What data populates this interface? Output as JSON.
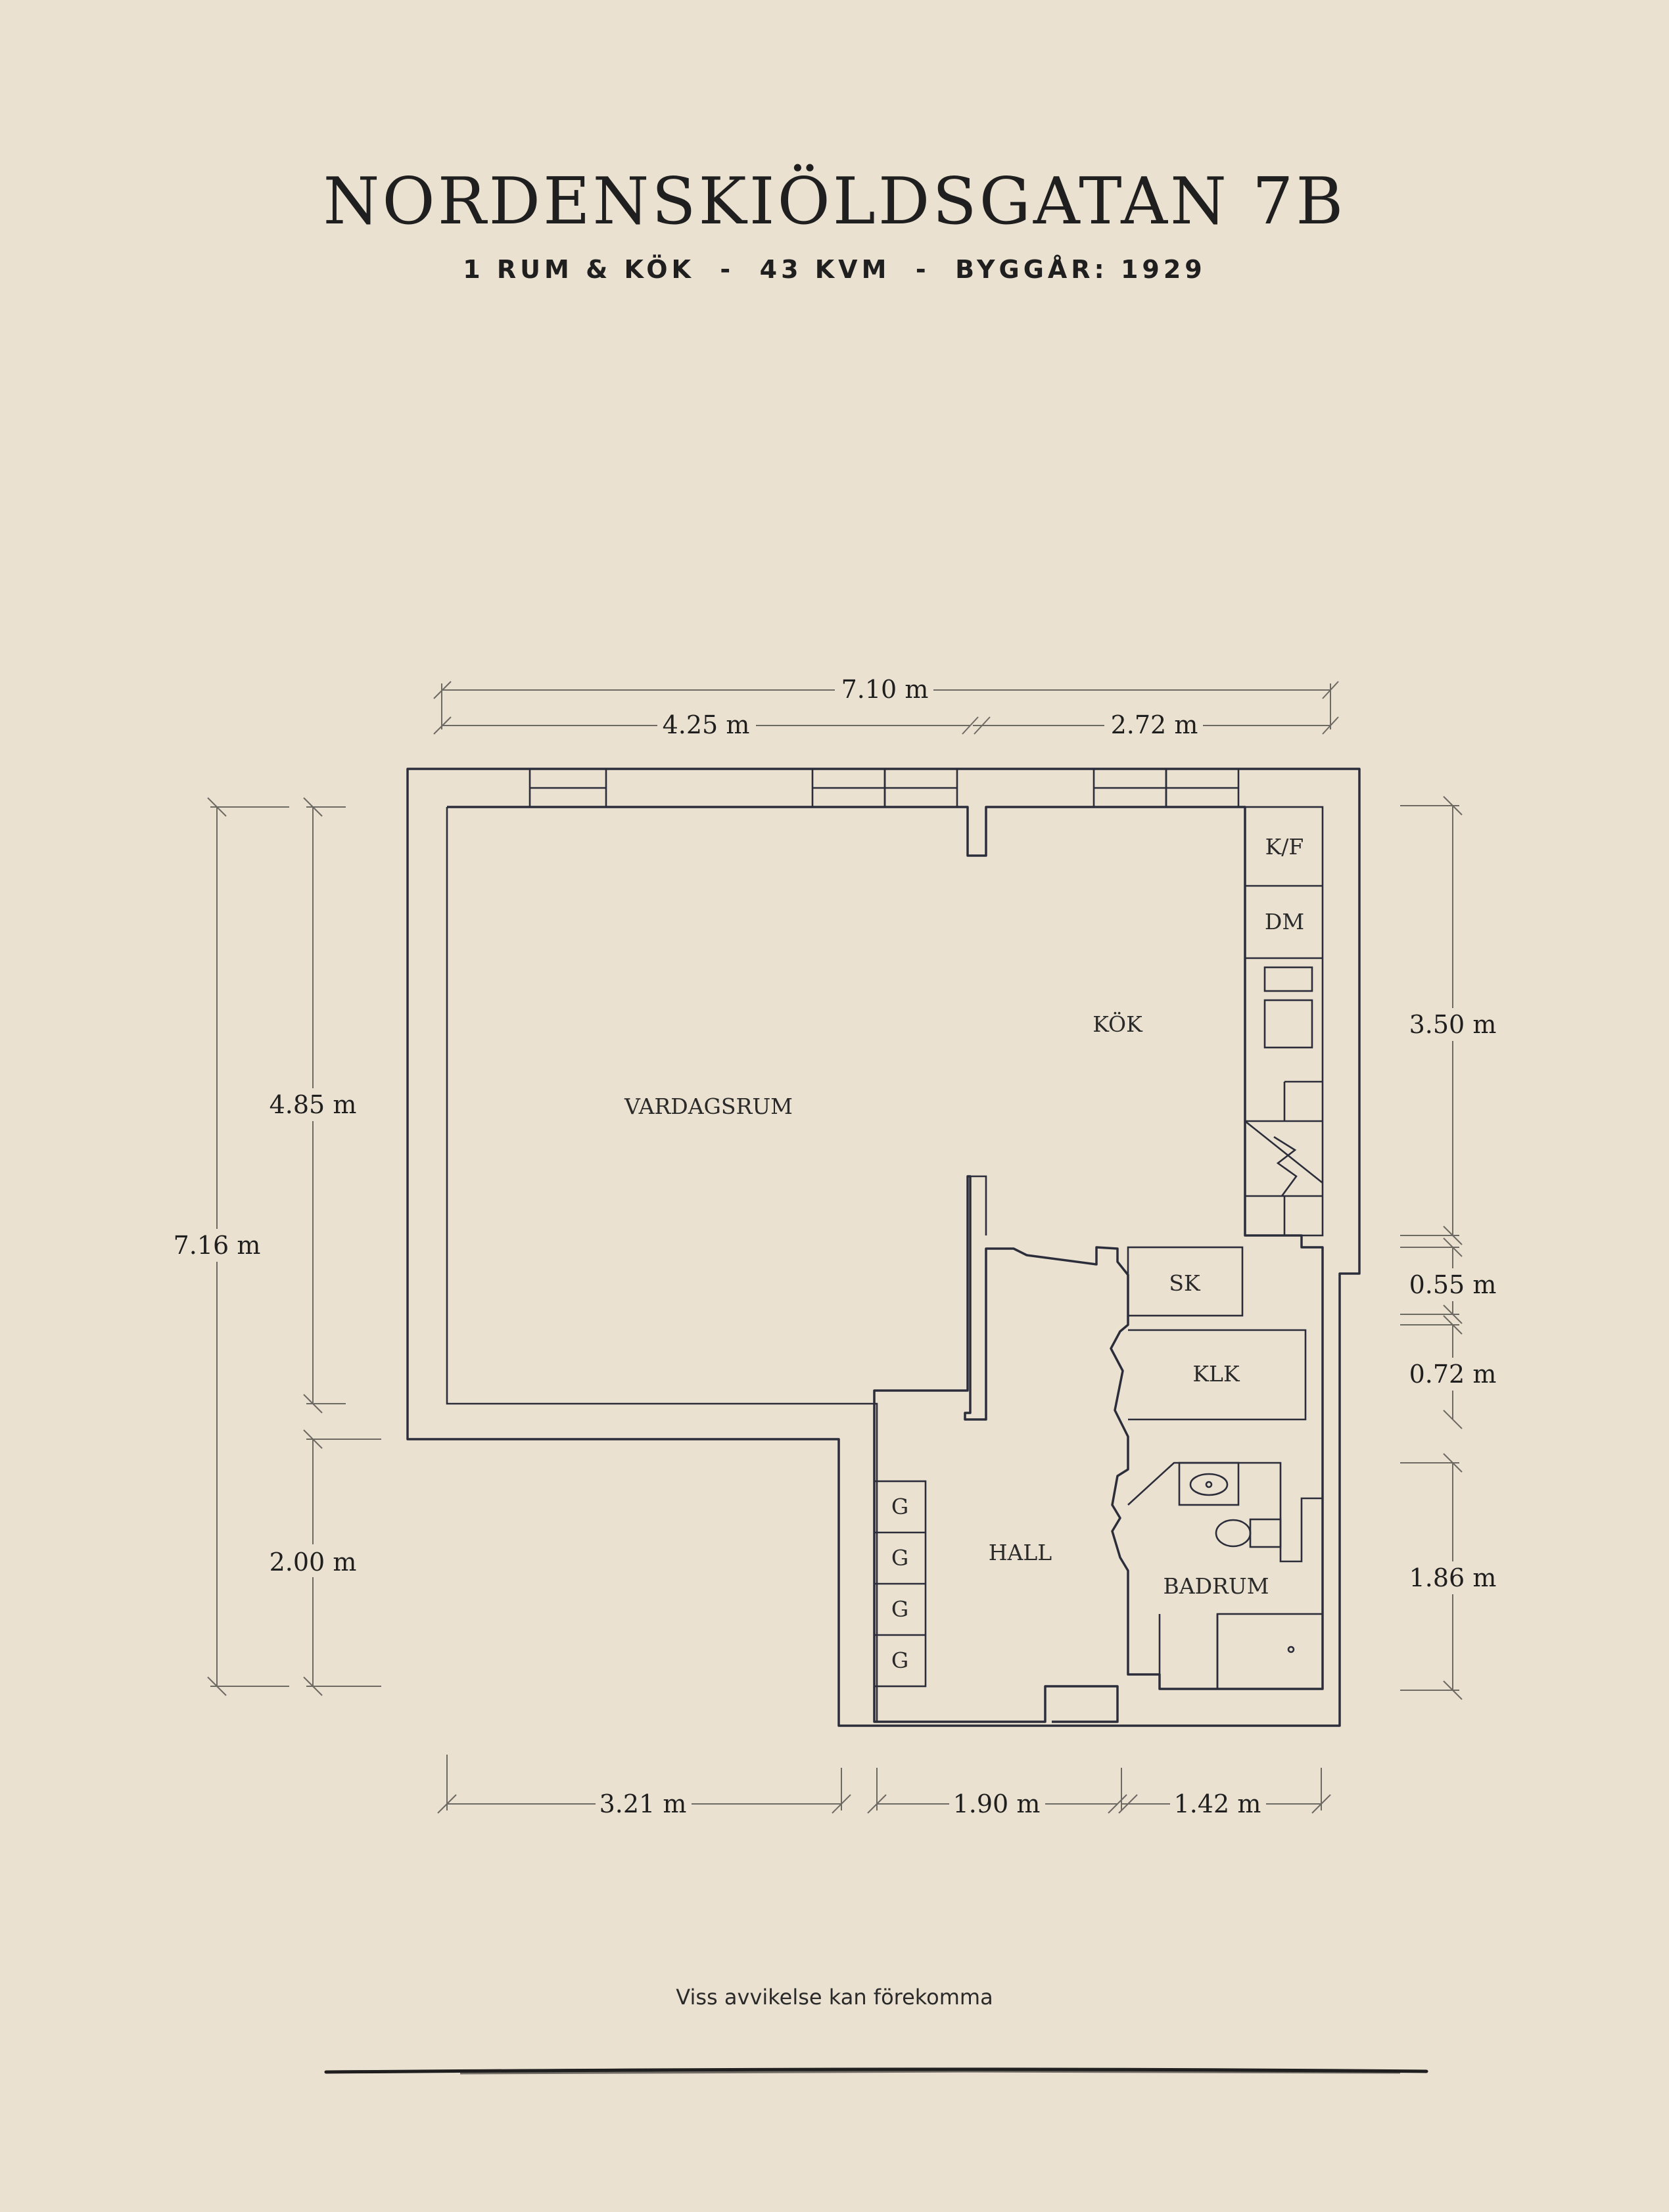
{
  "title": "NORDENSKIÖLDSGATAN 7B",
  "subtitle": "1 RUM & KÖK  -  43 KVM  -  BYGGÅR: 1929",
  "rooms": {
    "vardagsrum": "VARDAGSRUM",
    "kok": "KÖK",
    "hall": "HALL",
    "badrum": "BADRUM",
    "sk": "SK",
    "klk": "KLK",
    "kf": "K/F",
    "dm": "DM",
    "garderob": "G"
  },
  "dimensions": {
    "top_total": "7.10 m",
    "top_left": "4.25 m",
    "top_right": "2.72 m",
    "left_total": "7.16 m",
    "left_upper": "4.85 m",
    "left_lower": "2.00 m",
    "right_kok": "3.50 m",
    "right_sk": "0.55 m",
    "right_klk": "0.72 m",
    "right_badrum": "1.86 m",
    "bottom_left": "3.21 m",
    "bottom_mid": "1.90 m",
    "bottom_right": "1.42 m"
  },
  "disclaimer": "Viss avvikelse kan förekomma"
}
